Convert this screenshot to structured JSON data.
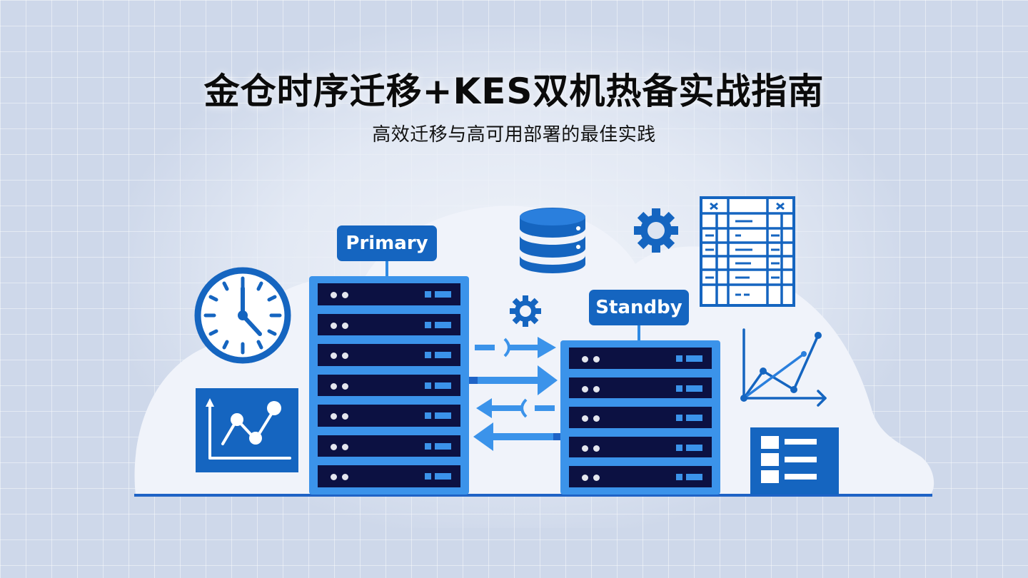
{
  "header": {
    "title": "金仓时序迁移+KES双机热备实战指南",
    "subtitle": "高效迁移与高可用部署的最佳实践"
  },
  "diagram": {
    "nodes": [
      {
        "id": "primary",
        "label": "Primary",
        "type": "server-rack",
        "units": 7
      },
      {
        "id": "standby",
        "label": "Standby",
        "type": "server-rack",
        "units": 5
      }
    ],
    "links": [
      {
        "from": "primary",
        "to": "standby",
        "style": "dashed-with-bracket",
        "direction": "right"
      },
      {
        "from": "primary",
        "to": "standby",
        "style": "solid",
        "direction": "right"
      },
      {
        "from": "standby",
        "to": "primary",
        "style": "dashed-with-bracket",
        "direction": "left"
      },
      {
        "from": "standby",
        "to": "primary",
        "style": "solid",
        "direction": "left"
      }
    ],
    "icons": [
      "clock-icon",
      "line-chart-card-icon",
      "database-icon",
      "gear-icon-large",
      "gear-icon-small",
      "table-grid-icon",
      "line-chart-icon",
      "list-card-icon"
    ]
  },
  "colors": {
    "primary_blue": "#1565c0",
    "rack_blue": "#3b93ea",
    "rack_unit": "#0c1142",
    "arrow_blue": "#3b93ea",
    "background": "#ced8ea",
    "cloud": "#f0f3fa"
  }
}
